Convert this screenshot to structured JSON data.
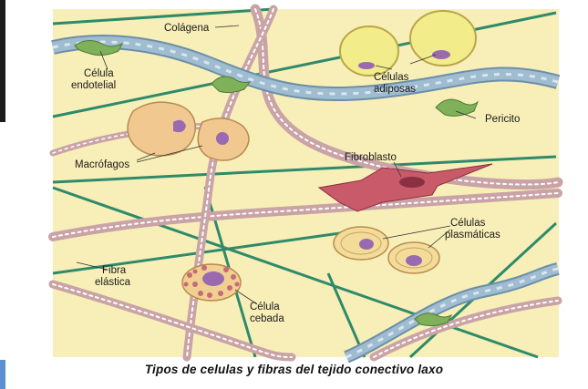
{
  "labels": {
    "colagena": "Colágena",
    "celula_endotelial_1": "Célula",
    "celula_endotelial_2": "endotelial",
    "celulas_adiposas_1": "Células",
    "celulas_adiposas_2": "adiposas",
    "pericito": "Pericito",
    "macrofagos": "Macrófagos",
    "fibroblasto": "Fibroblasto",
    "celulas_plasmaticas_1": "Células",
    "celulas_plasmaticas_2": "plasmáticas",
    "fibra_elastica_1": "Fibra",
    "fibra_elastica_2": "elástica",
    "celula_cebada_1": "Célula",
    "celula_cebada_2": "cebada"
  },
  "caption": "Tipos de celulas y fibras del tejido conectivo laxo",
  "colors": {
    "background": "#f8efb8",
    "collagen": "#c9a3a6",
    "collagen_stripe": "#ffffff",
    "elastic_fiber": "#2e8a6a",
    "vessel": "#9fbcd0",
    "pericyte": "#7fb05a",
    "adipose": "#f3ec8a",
    "nucleus": "#9a6ab0",
    "macrophage": "#f0c890",
    "fibroblast": "#c85a6a",
    "mast_granules": "#c86a7a"
  }
}
